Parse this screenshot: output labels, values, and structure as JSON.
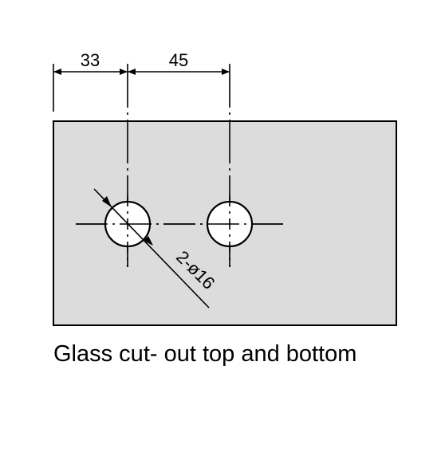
{
  "drawing": {
    "dimension_left": "33",
    "dimension_right": "45",
    "hole_callout": "2-ø16"
  },
  "caption": "Glass cut- out top and bottom",
  "colors": {
    "plate_fill": "#dcdcdc",
    "line": "#000000",
    "background": "#ffffff"
  }
}
